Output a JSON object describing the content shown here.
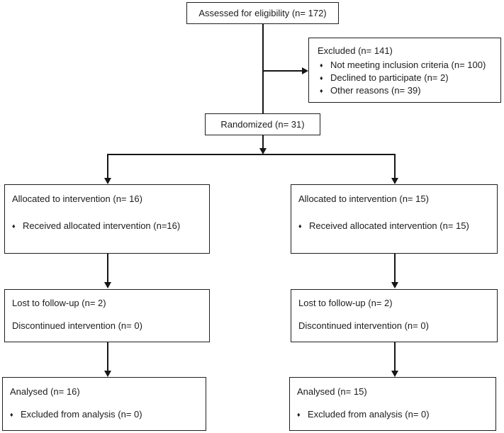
{
  "bullet_char": "♦",
  "colors": {
    "background": "#ffffff",
    "box_border": "#1f1f1f",
    "text": "#1c1c1c",
    "line": "#161616"
  },
  "nodes": {
    "assessed": {
      "text": "Assessed for eligibility (n= 172)"
    },
    "excluded": {
      "title": "Excluded (n= 141)",
      "items": [
        "Not meeting inclusion criteria (n= 100)",
        "Declined to participate (n= 2)",
        "Other reasons (n= 39)"
      ]
    },
    "randomized": {
      "text": "Randomized (n= 31)"
    },
    "allocation_left": {
      "title": "Allocated to intervention (n= 16)",
      "items": [
        "Received allocated intervention (n=16)"
      ]
    },
    "allocation_right": {
      "title": "Allocated to intervention (n= 15)",
      "items": [
        "Received allocated intervention (n= 15)"
      ]
    },
    "followup_left": {
      "lines": [
        "Lost to follow-up (n= 2)",
        "Discontinued intervention (n= 0)"
      ]
    },
    "followup_right": {
      "lines": [
        "Lost to follow-up (n= 2)",
        "Discontinued intervention (n= 0)"
      ]
    },
    "analysed_left": {
      "title": "Analysed (n= 16)",
      "items": [
        "Excluded from analysis (n= 0)"
      ]
    },
    "analysed_right": {
      "title": "Analysed (n= 15)",
      "items": [
        "Excluded from analysis (n= 0)"
      ]
    }
  }
}
